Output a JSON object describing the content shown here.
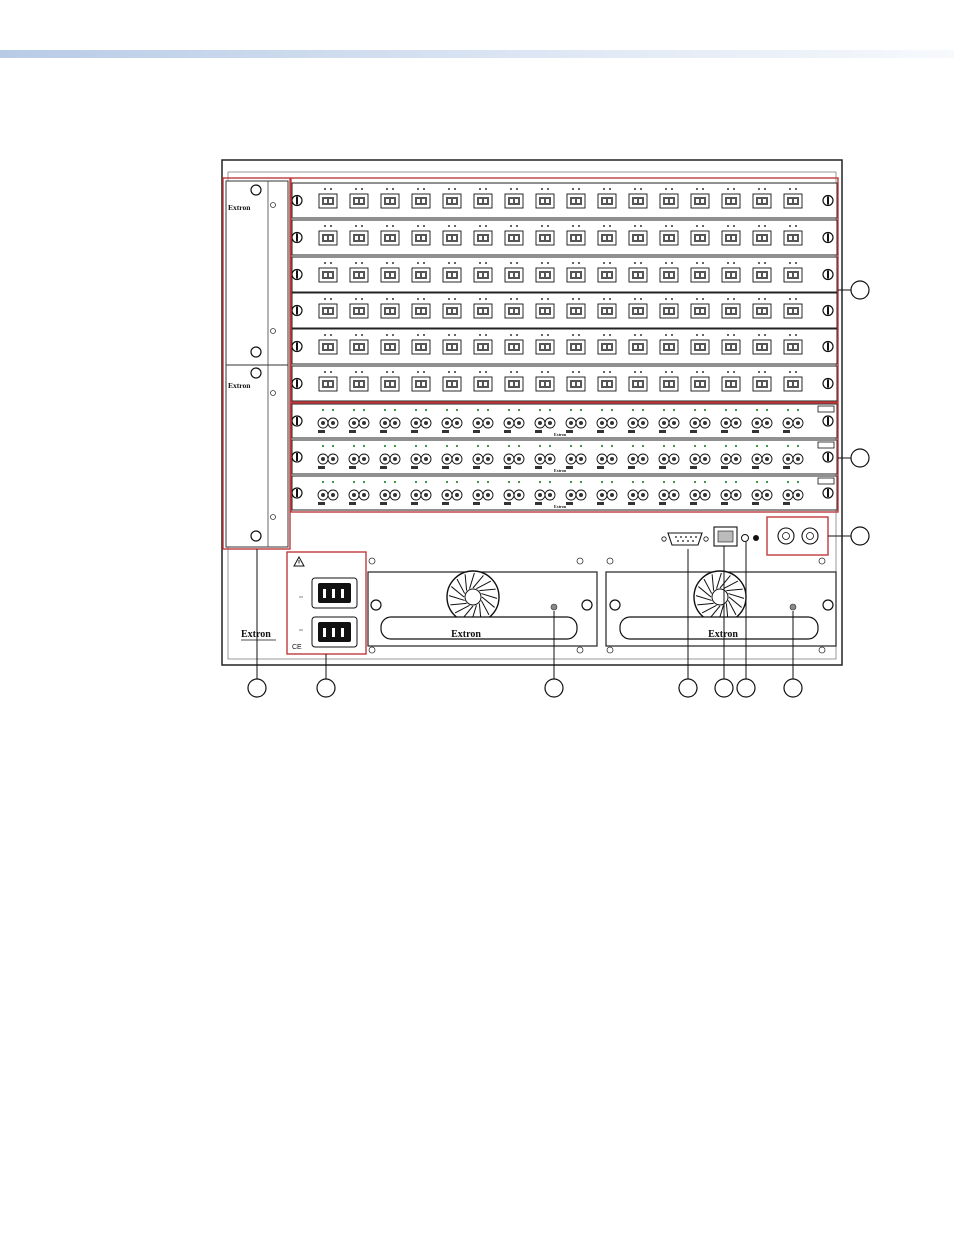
{
  "header": {
    "bar_color": "#c9d8ee"
  },
  "device": {
    "brand_label": "Extron",
    "ce_mark": "CE",
    "warning_icon": "warning-triangle-icon",
    "highlight_color": "#c0393b"
  },
  "callouts": {
    "count": 10,
    "style": "empty-circle"
  }
}
